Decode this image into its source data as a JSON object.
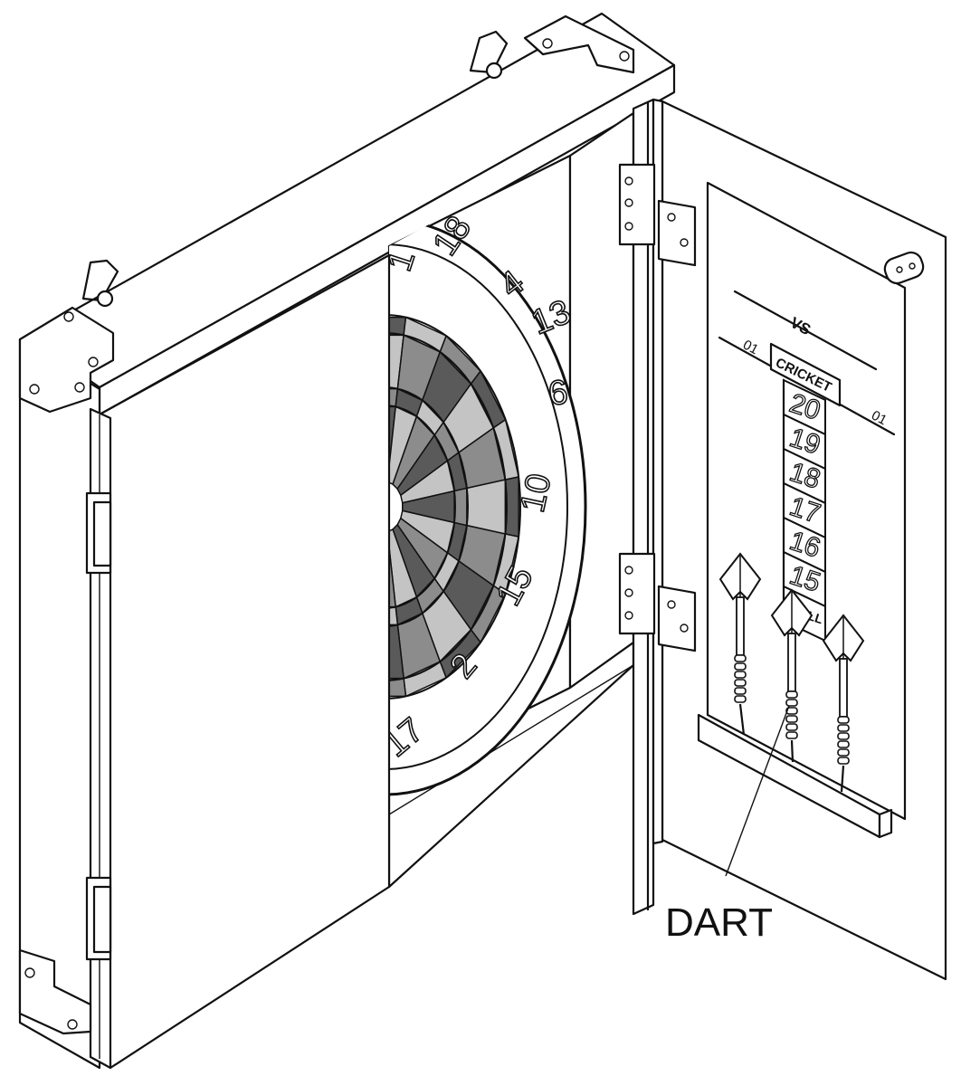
{
  "callout": {
    "dart_label": "DART"
  },
  "board": {
    "numbers": [
      "1",
      "18",
      "4",
      "13",
      "6",
      "10",
      "15",
      "2",
      "17"
    ]
  },
  "scoreboard": {
    "vs_label": "VS",
    "left_mode": "01",
    "right_mode": "01",
    "header_label": "CRICKET",
    "rows": [
      "20",
      "19",
      "18",
      "17",
      "16",
      "15",
      "BULL"
    ]
  },
  "colors": {
    "line": "#111111",
    "paper": "#ffffff",
    "segment_dark": "#5a5a5a",
    "segment_mid": "#8c8c8c",
    "segment_light": "#c4c4c4"
  }
}
